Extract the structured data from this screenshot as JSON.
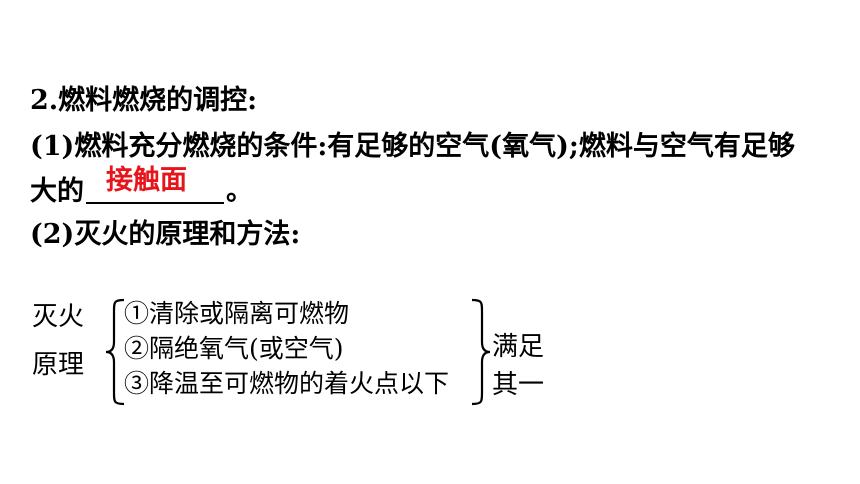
{
  "heading": "2.燃料燃烧的调控:",
  "item1": {
    "text": "(1)燃料充分燃烧的条件:有足够的空气(氧气);燃料与空气有足够",
    "continuation_prefix": "大的",
    "answer": "接触面",
    "continuation_suffix": "。"
  },
  "item2": {
    "text": "(2)灭火的原理和方法:"
  },
  "diagram": {
    "left_label_line1": "灭火",
    "left_label_line2": "原理",
    "options": [
      "①清除或隔离可燃物",
      "②隔绝氧气(或空气)",
      "③降温至可燃物的着火点以下"
    ],
    "right_label_line1": "满足",
    "right_label_line2": "其一"
  },
  "colors": {
    "answer": "#e8141c",
    "text": "#000000",
    "background": "#ffffff"
  }
}
